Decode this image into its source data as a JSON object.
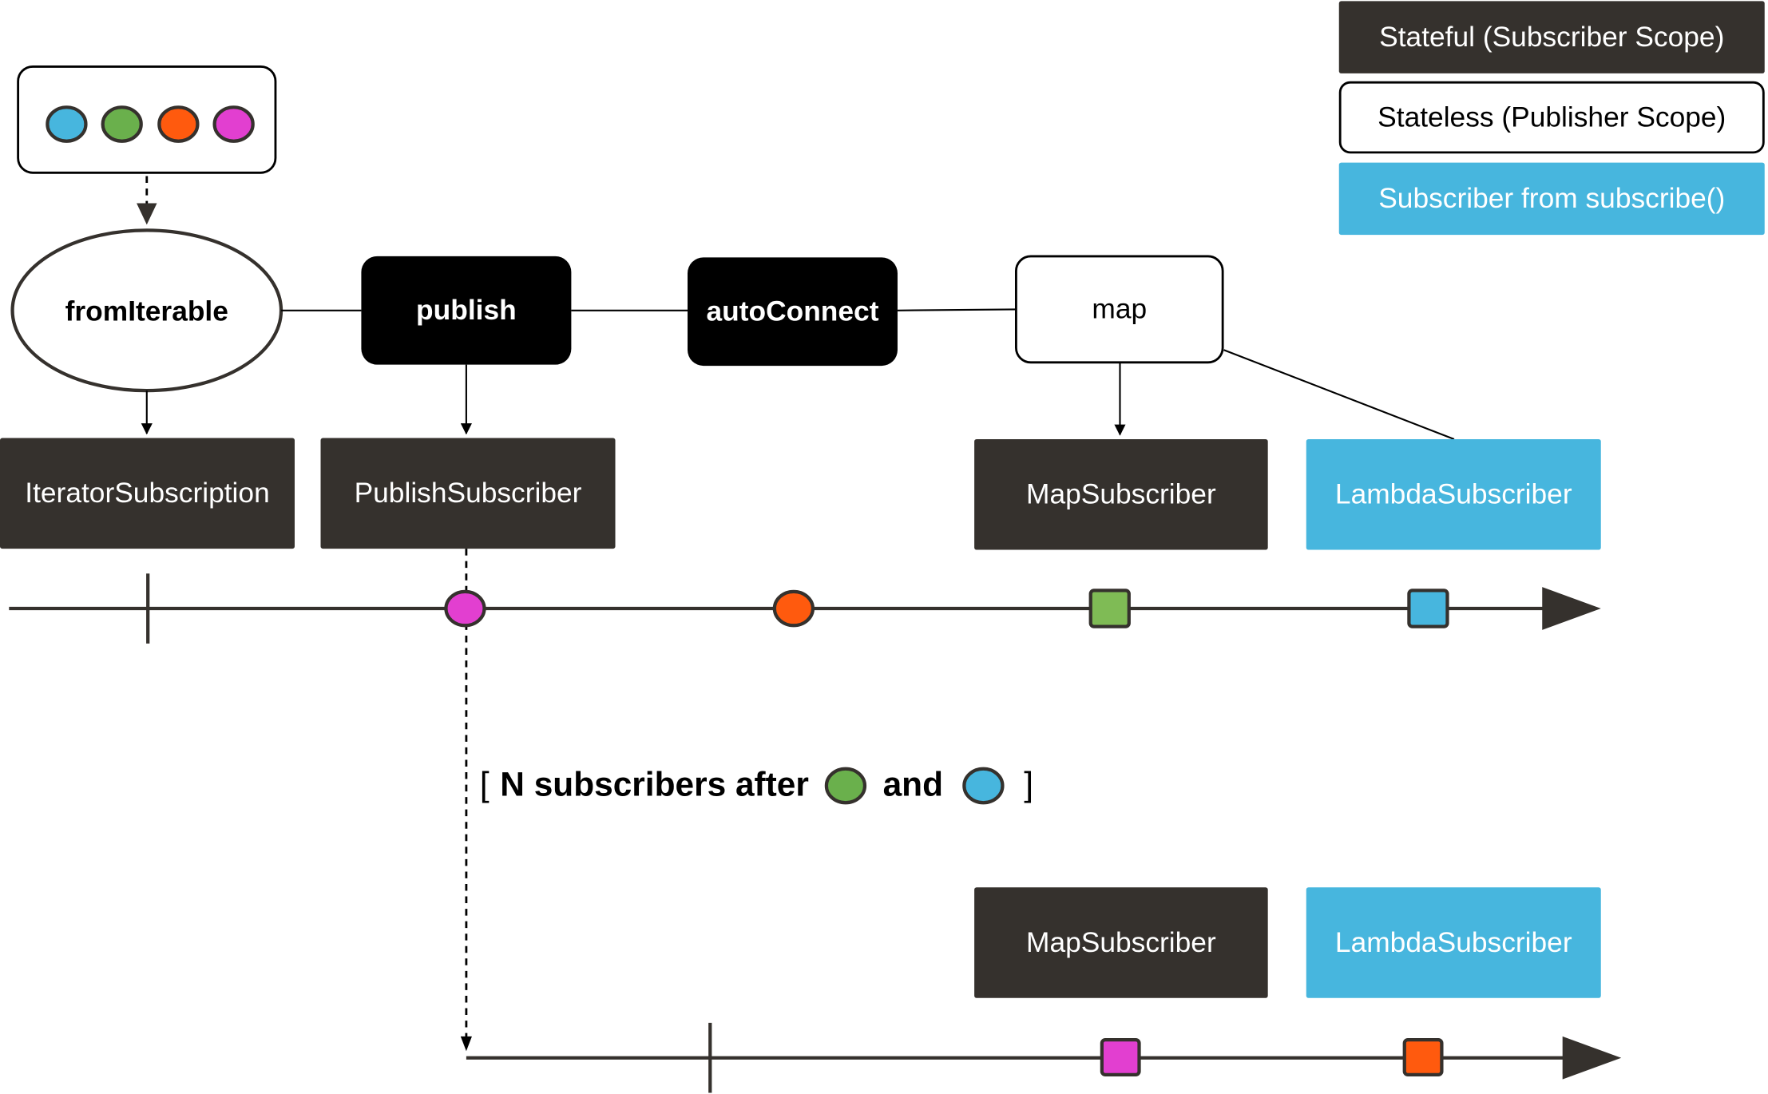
{
  "legend": {
    "stateful": "Stateful (Subscriber Scope)",
    "stateless": "Stateless (Publisher Scope)",
    "subscriber": "Subscriber from subscribe()"
  },
  "source": {
    "items": [
      {
        "color": "#47b6de"
      },
      {
        "color": "#6ab04c"
      },
      {
        "color": "#ff5a0e"
      },
      {
        "color": "#e23fd0"
      }
    ]
  },
  "operators": {
    "fromIterable": "fromIterable",
    "publish": "publish",
    "autoConnect": "autoConnect",
    "map": "map"
  },
  "subscribers_top": {
    "iterator": "IteratorSubscription",
    "publish": "PublishSubscriber",
    "map": "MapSubscriber",
    "lambda": "LambdaSubscriber"
  },
  "annotation": {
    "open_bracket": "[",
    "prefix": "N subscribers after",
    "middle": "and",
    "close_bracket": "]"
  },
  "subscribers_bottom": {
    "map": "MapSubscriber",
    "lambda": "LambdaSubscriber"
  },
  "colors": {
    "blue": "#47b6de",
    "green": "#6ab04c",
    "orange": "#ff5a0e",
    "magenta": "#e23fd0",
    "dark": "#35312d"
  }
}
